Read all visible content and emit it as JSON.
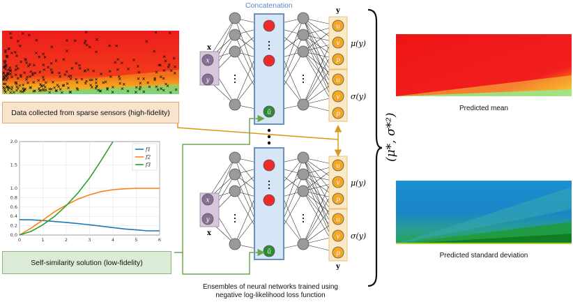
{
  "title_concat": "Concatenation",
  "sensor_caption": "Data collected from sparse sensors (high-fidelity)",
  "lowfid_caption": "Self-similarity solution (low-fidelity)",
  "mean_caption": "Predicted mean",
  "std_caption": "Predicted standard deviation",
  "ensemble_caption_1": "Ensembles of neural networks trained using",
  "ensemble_caption_2": "negative log-likelihood loss function",
  "output_brace_label": "(μ*, σ*²)",
  "input_label": "x",
  "output_label": "y",
  "input_nodes": [
    "x",
    "y"
  ],
  "output_nodes": [
    "u",
    "v",
    "p"
  ],
  "concat_node": "ũ",
  "mu_label": "μ(y)",
  "sigma_label": "σ(y)",
  "colors": {
    "concat_fill": "#d6e6f7",
    "concat_border": "#6b8fc0",
    "sensor_box": "#f8e3cc",
    "sensor_border": "#e8a86a",
    "lowfid_box": "#dcebd5",
    "lowfid_border": "#88b878",
    "output_node": "#f5a623",
    "red_node": "#ee2a2a",
    "green_node": "#2e8a33",
    "input_box": "#d8c6dc",
    "arrow_orange": "#d89a1a",
    "arrow_green": "#6aa84f"
  },
  "chart_data": {
    "type": "line",
    "x": [
      0,
      0.5,
      1,
      1.5,
      2,
      2.5,
      3,
      3.5,
      4,
      4.5,
      5,
      5.5,
      6
    ],
    "series": [
      {
        "name": "f1",
        "values": [
          0.34,
          0.335,
          0.32,
          0.3,
          0.28,
          0.255,
          0.23,
          0.2,
          0.17,
          0.14,
          0.12,
          0.1,
          0.1
        ]
      },
      {
        "name": "f2",
        "values": [
          0.0,
          0.15,
          0.32,
          0.5,
          0.64,
          0.77,
          0.86,
          0.93,
          0.97,
          0.99,
          1.0,
          1.0,
          1.0
        ]
      },
      {
        "name": "f3",
        "values": [
          0.0,
          0.08,
          0.22,
          0.4,
          0.63,
          0.9,
          1.22,
          1.6,
          2.0
        ]
      }
    ],
    "legend": [
      "f1",
      "f2",
      "f3"
    ],
    "xlim": [
      0,
      6
    ],
    "ylim": [
      0,
      2
    ],
    "xticks": [
      "0",
      "1",
      "2",
      "3",
      "4",
      "5",
      "6"
    ],
    "yticks": [
      "0.0",
      "0.2",
      "0.4",
      "0.6",
      "0.8",
      "1.0",
      "1.5",
      "2.0"
    ],
    "legend_position": "top-right",
    "grid": true
  }
}
